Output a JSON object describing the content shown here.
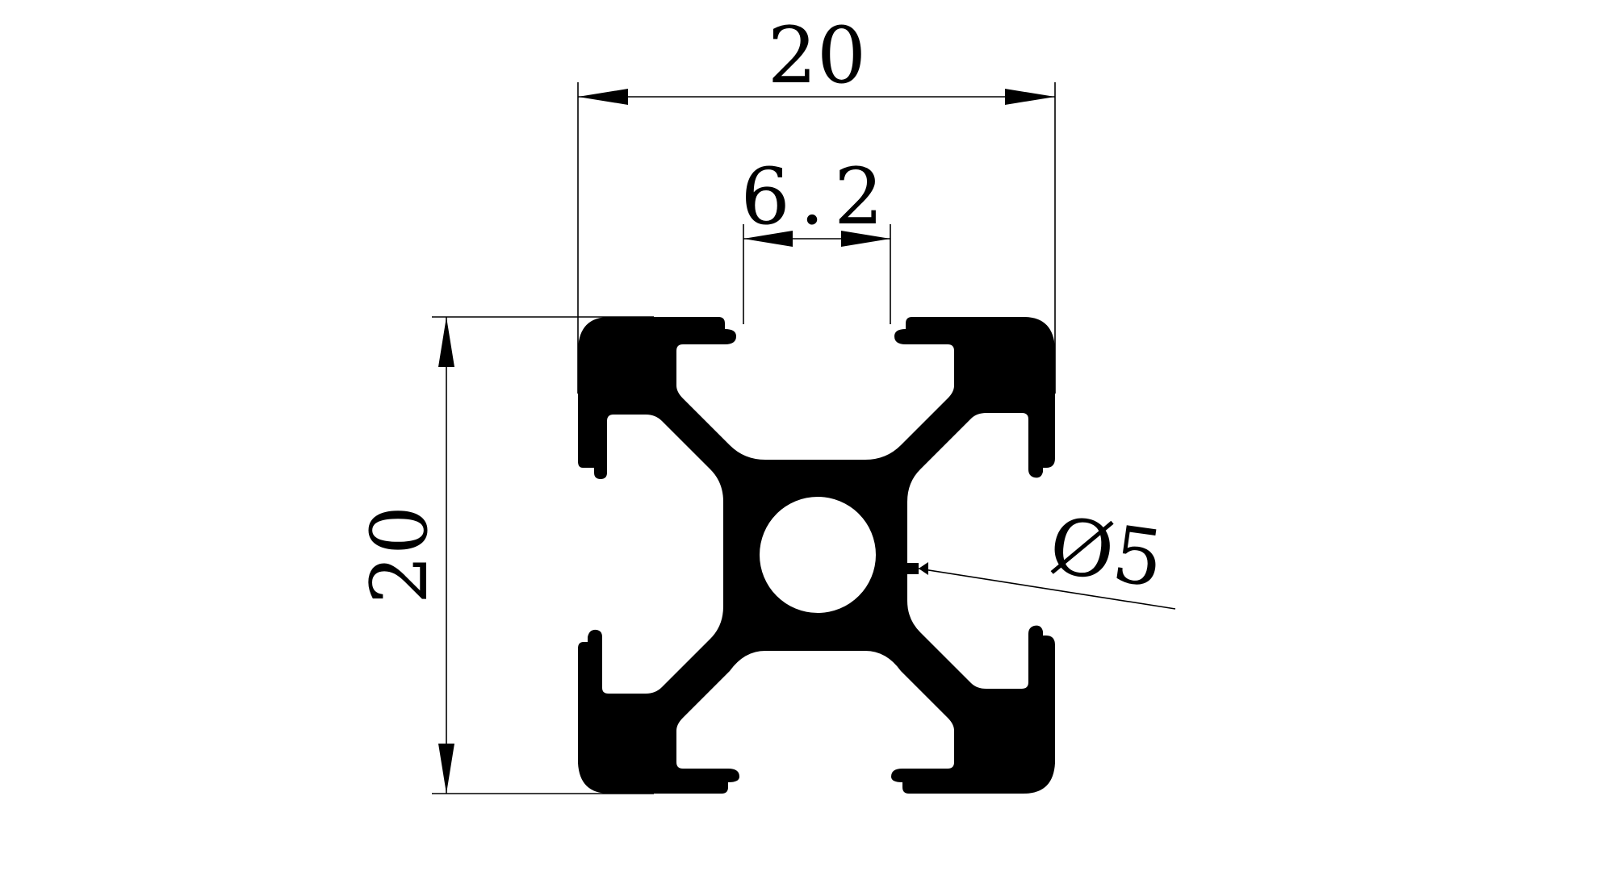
{
  "dimensions": {
    "overall_width": "20",
    "slot_opening": "6.2",
    "overall_height": "20",
    "center_bore_diameter": "Ø5"
  },
  "colors": {
    "profile_fill": "#000000",
    "background": "#ffffff",
    "line": "#000000"
  }
}
